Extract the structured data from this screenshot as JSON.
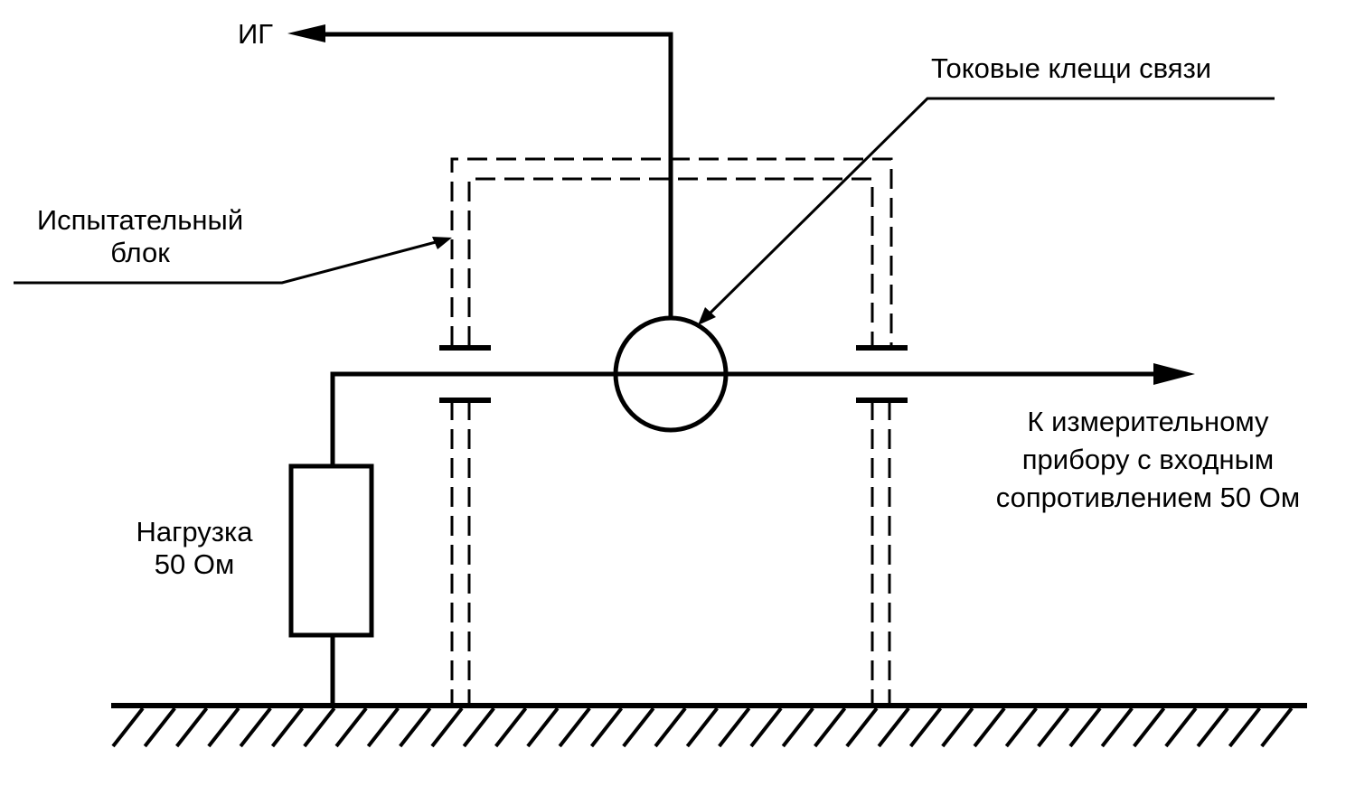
{
  "diagram": {
    "colors": {
      "ink": "#000000",
      "background": "#ffffff"
    },
    "labels": {
      "generator": "ИГ",
      "current_clamp": "Токовые клещи связи",
      "test_unit": [
        "Испытательный",
        "блок"
      ],
      "load": [
        "Нагрузка",
        "50 Ом"
      ],
      "instrument": [
        "К измерительному",
        "прибору с входным",
        "сопротивлением 50 Ом"
      ]
    },
    "components": [
      {
        "id": "generator-output",
        "type": "arrow",
        "label_ref": "generator"
      },
      {
        "id": "current-clamp",
        "type": "circle",
        "label_ref": "current_clamp"
      },
      {
        "id": "test-unit",
        "type": "dashed-enclosure",
        "label_ref": "test_unit"
      },
      {
        "id": "load-resistor",
        "type": "resistor",
        "label_ref": "load"
      },
      {
        "id": "instrument-output",
        "type": "arrow",
        "label_ref": "instrument"
      },
      {
        "id": "ground-plane",
        "type": "ground"
      }
    ]
  }
}
